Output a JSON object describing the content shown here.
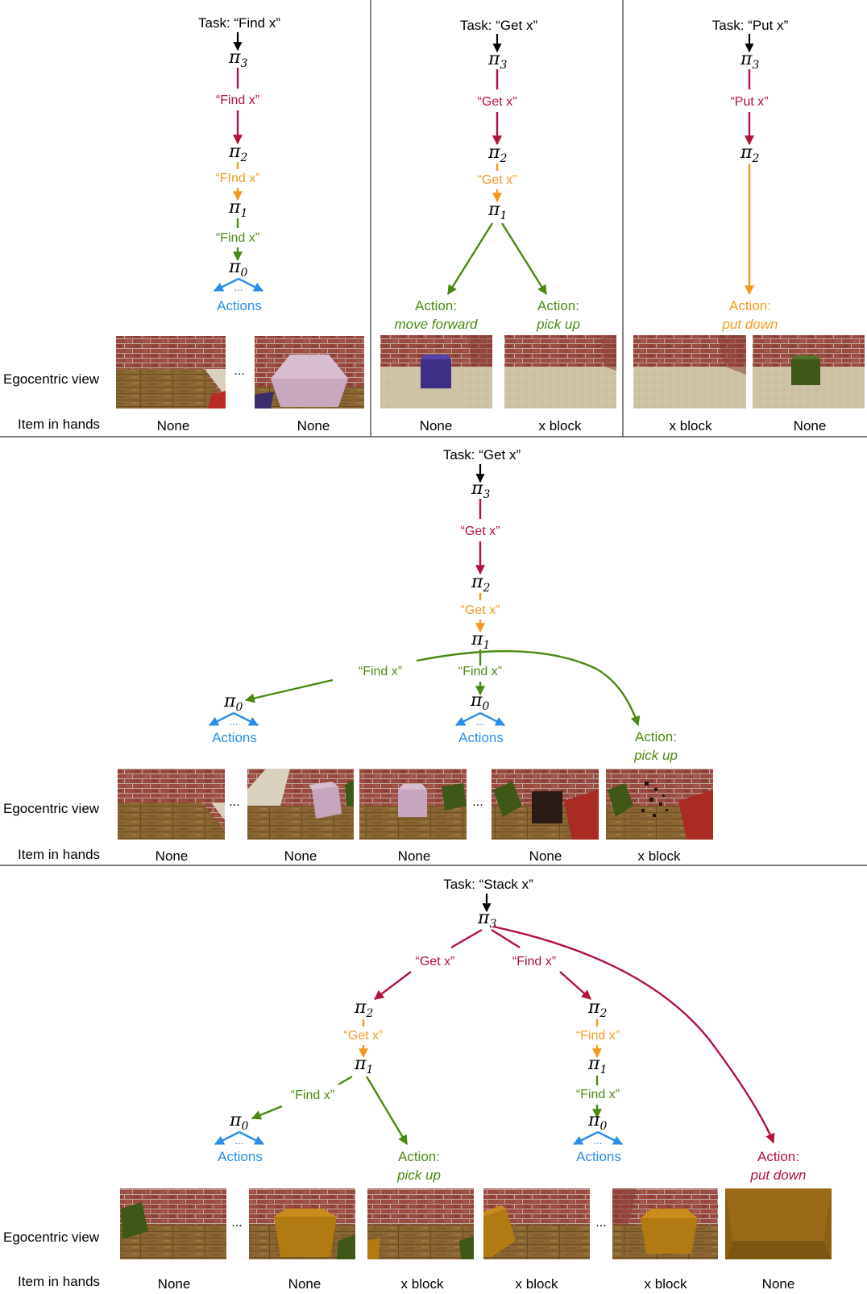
{
  "colors": {
    "task": "#000000",
    "level3": "#b3123a",
    "level2": "#f39a1e",
    "level1": "#4a8a12",
    "level0": "#2a8ee6",
    "divider": "#333333"
  },
  "labels": {
    "egocentric_view": "Egocentric view",
    "item_in_hands": "Item in hands",
    "ellipsis": "..."
  },
  "policies": {
    "pi": "π",
    "sub3": "3",
    "sub2": "2",
    "sub1": "1",
    "sub0": "0"
  },
  "panels": {
    "find": {
      "task": "Task: “Find x”",
      "l3": "“Find x”",
      "l2": "“FInd x”",
      "l1": "“Find x”",
      "actions": "Actions",
      "hands": [
        "None",
        "None"
      ]
    },
    "get_top": {
      "task": "Task: “Get x”",
      "l3": "“Get x”",
      "l2": "“Get x”",
      "action_prefix": "Action:",
      "action_move": "move forward",
      "action_pickup": "pick up",
      "hands": [
        "None",
        "x block"
      ]
    },
    "put": {
      "task": "Task: “Put x”",
      "l3": "“Put x”",
      "action_prefix": "Action:",
      "action_put": "put down",
      "hands": [
        "x block",
        "None"
      ]
    },
    "get_mid": {
      "task": "Task: “Get x”",
      "l3": "“Get x”",
      "l2": "“Get x”",
      "find_left": "“Find x”",
      "find_center": "“Find x”",
      "actions": "Actions",
      "action_prefix": "Action:",
      "action_pickup": "pick up",
      "hands": [
        "None",
        "None",
        "None",
        "None",
        "x block"
      ]
    },
    "stack": {
      "task": "Task: “Stack x”",
      "get": "“Get x”",
      "find": "“Find x”",
      "l2_left": "“Get x”",
      "l2_right": "“Find x”",
      "l1_left": "“Find x”",
      "l1_right": "“Find x”",
      "actions": "Actions",
      "action_prefix": "Action:",
      "action_pickup": "pick up",
      "action_put": "put down",
      "hands": [
        "None",
        "None",
        "x block",
        "x block",
        "x block",
        "None"
      ]
    }
  },
  "views": [
    {
      "name": "find-view-1",
      "scene": "wood-floor-corner"
    },
    {
      "name": "find-view-2",
      "scene": "pink-block-close"
    },
    {
      "name": "get-view-1",
      "scene": "purple-block"
    },
    {
      "name": "get-view-2",
      "scene": "empty-floor"
    },
    {
      "name": "put-view-1",
      "scene": "empty-floor"
    },
    {
      "name": "put-view-2",
      "scene": "green-block"
    },
    {
      "name": "mid-view-1",
      "scene": "wood-floor-corner"
    },
    {
      "name": "mid-view-2",
      "scene": "pink-block-wood"
    },
    {
      "name": "mid-view-3",
      "scene": "pink-block-wood-2"
    },
    {
      "name": "mid-view-4",
      "scene": "dark-block-red"
    },
    {
      "name": "mid-view-5",
      "scene": "breaking-block"
    },
    {
      "name": "stack-view-1",
      "scene": "green-block-wood"
    },
    {
      "name": "stack-view-2",
      "scene": "orange-block-wood"
    },
    {
      "name": "stack-view-3",
      "scene": "empty-wood"
    },
    {
      "name": "stack-view-4",
      "scene": "orange-block-side"
    },
    {
      "name": "stack-view-5",
      "scene": "orange-block-corner"
    },
    {
      "name": "stack-view-6",
      "scene": "orange-close"
    }
  ]
}
